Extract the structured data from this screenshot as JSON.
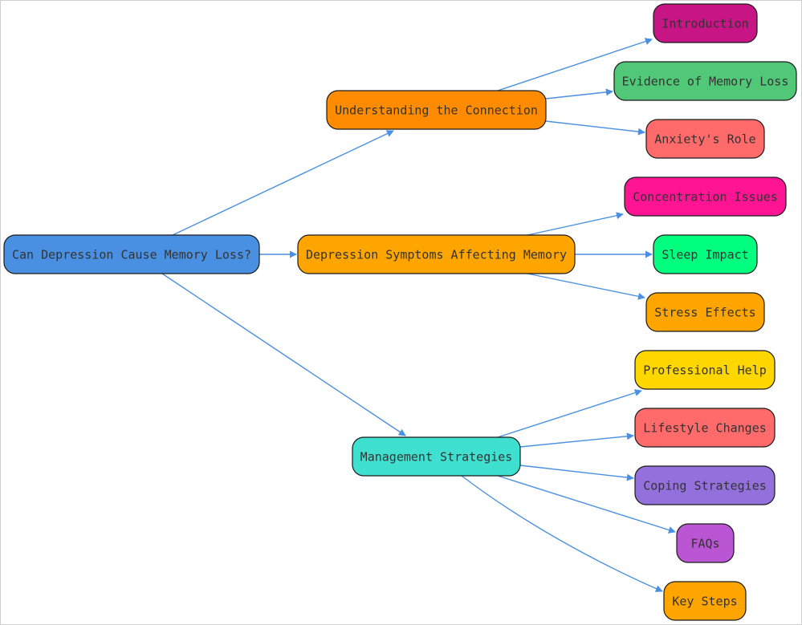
{
  "diagram": {
    "edge_color": "#4a90e2",
    "root": {
      "label": "Can Depression Cause Memory Loss?",
      "color": "#4a90e2"
    },
    "branches": [
      {
        "label": "Understanding the Connection",
        "color": "#ff8c00",
        "children": [
          {
            "label": "Introduction",
            "color": "#c71585"
          },
          {
            "label": "Evidence of Memory Loss",
            "color": "#50c878"
          },
          {
            "label": "Anxiety's Role",
            "color": "#ff6b6b"
          }
        ]
      },
      {
        "label": "Depression Symptoms Affecting Memory",
        "color": "#ffa500",
        "children": [
          {
            "label": "Concentration Issues",
            "color": "#ff1493"
          },
          {
            "label": "Sleep Impact",
            "color": "#00ff7f"
          },
          {
            "label": "Stress Effects",
            "color": "#ffa500"
          }
        ]
      },
      {
        "label": "Management Strategies",
        "color": "#40e0d0",
        "children": [
          {
            "label": "Professional Help",
            "color": "#ffd700"
          },
          {
            "label": "Lifestyle Changes",
            "color": "#ff6b6b"
          },
          {
            "label": "Coping Strategies",
            "color": "#9370db"
          },
          {
            "label": "FAQs",
            "color": "#ba55d3"
          },
          {
            "label": "Key Steps",
            "color": "#ffa500"
          }
        ]
      }
    ]
  }
}
